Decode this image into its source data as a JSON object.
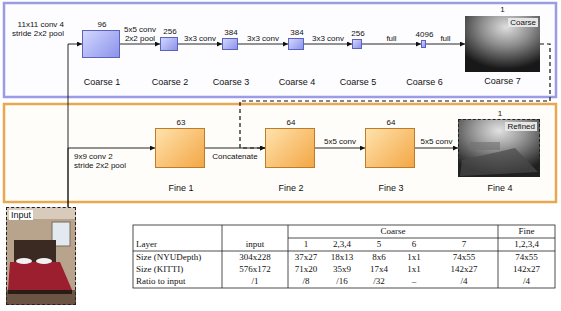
{
  "diagram": {
    "nodes": [
      {
        "text": [
          "96",
          "Coarse 1"
        ]
      },
      {
        "text": [
          "256",
          "Coarse 2"
        ]
      },
      {
        "text": [
          "384",
          "Coarse 3"
        ]
      },
      {
        "text": [
          "384",
          "Coarse 4"
        ]
      },
      {
        "text": [
          "256",
          "Coarse 5"
        ]
      },
      {
        "text": [
          "4096",
          "Coarse 6"
        ]
      },
      {
        "text": [
          "1",
          "Coarse",
          "Coarse 7"
        ]
      },
      {
        "text": [
          "63",
          "Fine 1"
        ]
      },
      {
        "text": [
          "64",
          "Fine 2"
        ]
      },
      {
        "text": [
          "64",
          "Fine 3"
        ]
      },
      {
        "text": [
          "1",
          "Refined",
          "Fine 4"
        ]
      },
      {
        "text": [
          "Input"
        ]
      }
    ],
    "edges": [
      {
        "from": 11,
        "to": 0,
        "arrow": "to",
        "label": "11x11 conv 4 stride 2x2 pool"
      },
      {
        "from": 0,
        "to": 1,
        "arrow": "to",
        "label": "5x5 conv 2x2 pool"
      },
      {
        "from": 1,
        "to": 2,
        "arrow": "to",
        "label": "3x3 conv"
      },
      {
        "from": 2,
        "to": 3,
        "arrow": "to",
        "label": "3x3 conv"
      },
      {
        "from": 3,
        "to": 4,
        "arrow": "to",
        "label": "3x3 conv"
      },
      {
        "from": 4,
        "to": 5,
        "arrow": "to",
        "label": "full"
      },
      {
        "from": 5,
        "to": 6,
        "arrow": "to",
        "label": "full"
      },
      {
        "from": 11,
        "to": 7,
        "arrow": "to",
        "label": "9x9 conv 2 stride 2x2 pool"
      },
      {
        "from": 7,
        "to": 8,
        "arrow": "to",
        "label": "Concatenate"
      },
      {
        "from": 8,
        "to": 9,
        "arrow": "to",
        "label": "5x5 conv"
      },
      {
        "from": 9,
        "to": 10,
        "arrow": "to",
        "label": "5x5 conv"
      },
      {
        "from": 6,
        "to": 8,
        "arrow": "to"
      }
    ],
    "labels": [
      "Coarse",
      "Fine",
      "Layer",
      "input",
      "1",
      "2,3,4",
      "5",
      "6",
      "7",
      "1,2,3,4",
      "Size (NYUDepth)",
      "304x228",
      "37x27",
      "18x13",
      "8x6",
      "1x1",
      "74x55",
      "74x55",
      "Size (KITTI)",
      "576x172",
      "71x20",
      "35x9",
      "17x4",
      "1x1",
      "142x27",
      "142x27",
      "Ratio to input",
      "/1",
      "/8",
      "/16",
      "/32",
      "–",
      "/4",
      "/4"
    ]
  }
}
